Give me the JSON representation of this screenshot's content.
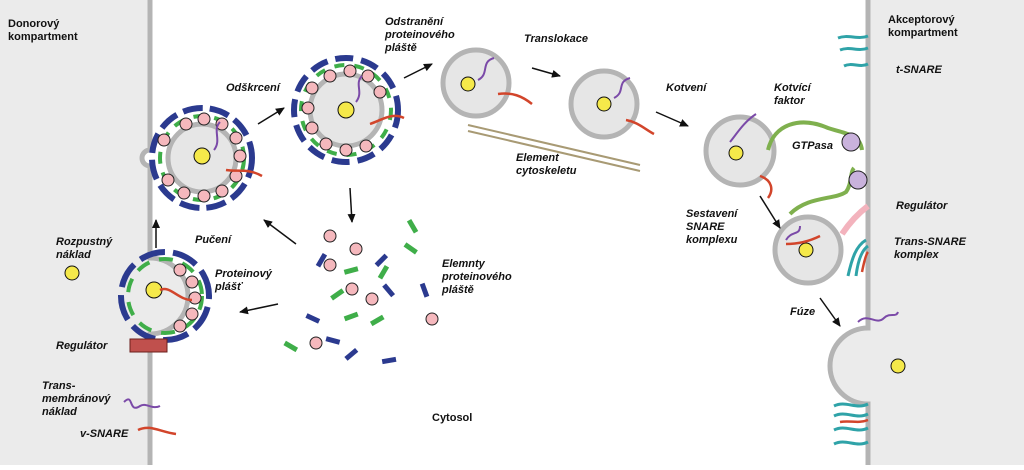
{
  "compartments": {
    "donor": [
      "Donorový",
      "kompartment"
    ],
    "acceptor": [
      "Akceptorový",
      "kompartment"
    ],
    "cytosol": "Cytosol"
  },
  "steps": {
    "budding": "Pučení",
    "uncoating_start": "Odškrcení",
    "uncoating": [
      "Odstranění",
      "proteinového",
      "pláště"
    ],
    "translocation": "Translokace",
    "tethering": "Kotvení",
    "snare_assembly": [
      "Sestavení",
      "SNARE",
      "komplexu"
    ],
    "fusion": "Fúze"
  },
  "labels": {
    "soluble_cargo": [
      "Rozpustný",
      "náklad"
    ],
    "regulator_left": "Regulátor",
    "transmembrane_cargo": [
      "Trans-",
      "membránový",
      "náklad"
    ],
    "v_snare": "v-SNARE",
    "protein_coat": [
      "Proteinový",
      "plášť"
    ],
    "coat_elements": [
      "Elemnty",
      "proteinového",
      "pláště"
    ],
    "cytoskeleton": [
      "Element",
      "cytoskeletu"
    ],
    "t_snare": "t-SNARE",
    "tether": [
      "Kotvící",
      "faktor"
    ],
    "gtpase": "GTPasa",
    "regulator_right": "Regulátor",
    "trans_snare": [
      "Trans-SNARE",
      "komplex"
    ]
  },
  "colors": {
    "membrane": "#b4b4b4",
    "compartment_fill": "#ebebeb",
    "vesicle_fill": "#e6e6e6",
    "cargo": "#f5e94a",
    "coat_blue": "#2b3a8f",
    "coat_green": "#3fae49",
    "coat_pink": "#f5b8bd",
    "v_snare": "#d2452b",
    "transmembrane_cargo": "#7b4aa8",
    "t_snare": "#2fa3a8",
    "tether": "#7fb04e",
    "gtpase": "#c9b2dc",
    "regulator_left": "#c0504d",
    "regulator_right": "#f3b3bd",
    "cytoskeleton": "#a89a74"
  }
}
